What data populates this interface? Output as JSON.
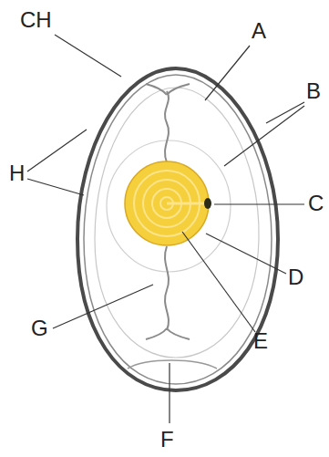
{
  "diagram": {
    "labels": [
      "CH",
      "A",
      "B",
      "H",
      "C",
      "D",
      "G",
      "E",
      "F"
    ]
  }
}
